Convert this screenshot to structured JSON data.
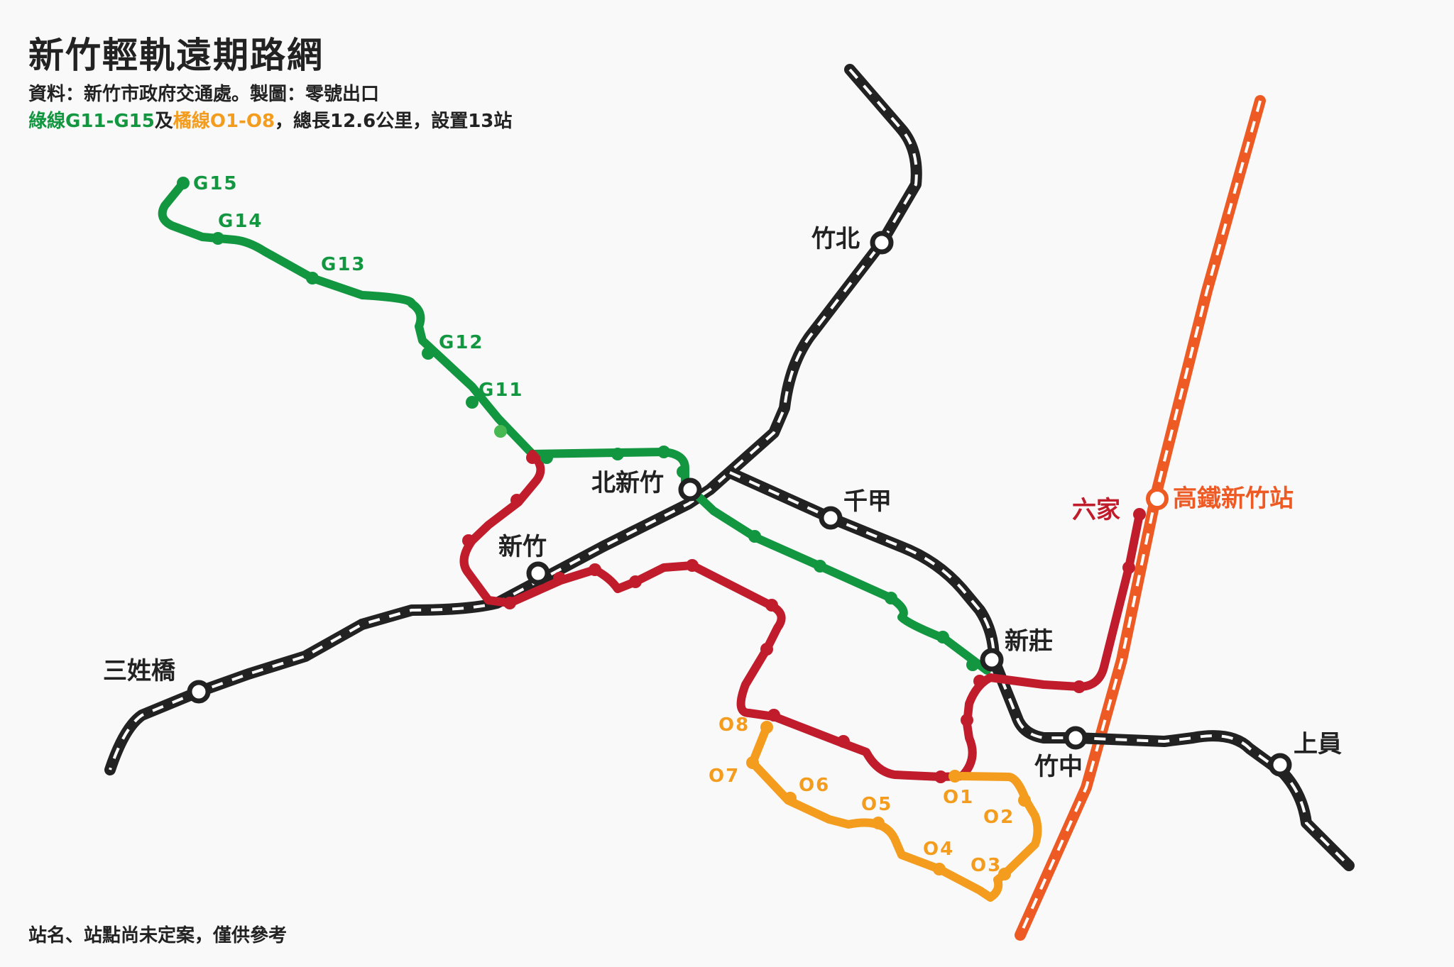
{
  "header": {
    "title": "新竹輕軌遠期路網",
    "source": "資料：新竹市政府交通處。製圖：零號出口",
    "summary_green": "綠線G11-G15",
    "summary_and": "及",
    "summary_orange": "橘線O1-O8",
    "summary_rest": "，總長12.6公里，設置13站"
  },
  "footer": {
    "disclaimer": "站名、站點尚未定案，僅供參考"
  },
  "colors": {
    "green": "#129640",
    "red": "#c01c2c",
    "orange": "#f39c1e",
    "hsr": "#ee5a24",
    "rail": "#222222",
    "background": "#f9f9f9"
  },
  "stations": {
    "main": [
      "竹北",
      "北新竹",
      "千甲",
      "新竹",
      "三姓橋",
      "新莊",
      "竹中",
      "上員"
    ],
    "hsr": "高鐵新竹站",
    "red_end": "六家",
    "green": [
      "G15",
      "G14",
      "G13",
      "G12",
      "G11"
    ],
    "orange": [
      "O1",
      "O2",
      "O3",
      "O4",
      "O5",
      "O6",
      "O7",
      "O8"
    ]
  }
}
